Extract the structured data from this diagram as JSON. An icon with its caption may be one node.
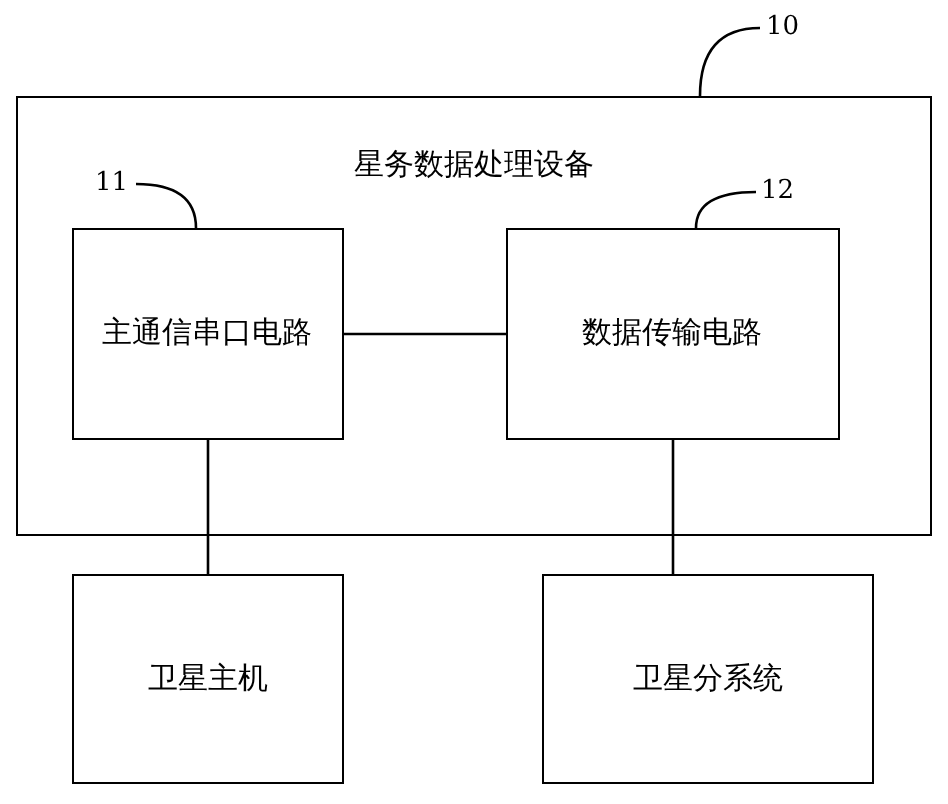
{
  "diagram": {
    "nodes": [
      {
        "text": [
          "星务数据处理设备"
        ]
      },
      {
        "text": [
          "主通信串口电路"
        ],
        "in": 0
      },
      {
        "text": [
          "数据传输电路"
        ],
        "in": 0
      },
      {
        "text": [
          "卫星主机"
        ]
      },
      {
        "text": [
          "卫星分系统"
        ]
      },
      {
        "text": [
          "10"
        ]
      },
      {
        "text": [
          "11"
        ],
        "in": 0
      },
      {
        "text": [
          "12"
        ],
        "in": 0
      }
    ],
    "edges": [
      {
        "from": 1,
        "to": 2,
        "arrow": "none"
      },
      {
        "from": 1,
        "to": 3,
        "arrow": "none"
      },
      {
        "from": 2,
        "to": 4,
        "arrow": "none"
      },
      {
        "from": 5,
        "to": 0,
        "arrow": "none"
      },
      {
        "from": 6,
        "to": 1,
        "arrow": "none"
      },
      {
        "from": 7,
        "to": 2,
        "arrow": "none"
      }
    ]
  }
}
